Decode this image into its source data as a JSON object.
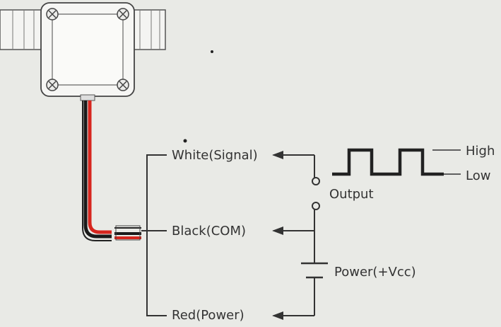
{
  "wires": {
    "white": "White(Signal)",
    "black": "Black(COM)",
    "red": "Red(Power)"
  },
  "output_label": "Output",
  "power_label": "Power(+Vcc)",
  "signal": {
    "high_label": "High",
    "low_label": "Low"
  },
  "colors": {
    "background": "#e9eae6",
    "line": "#333333",
    "red_wire": "#d6261e",
    "black_wire": "#1a1a1a"
  }
}
